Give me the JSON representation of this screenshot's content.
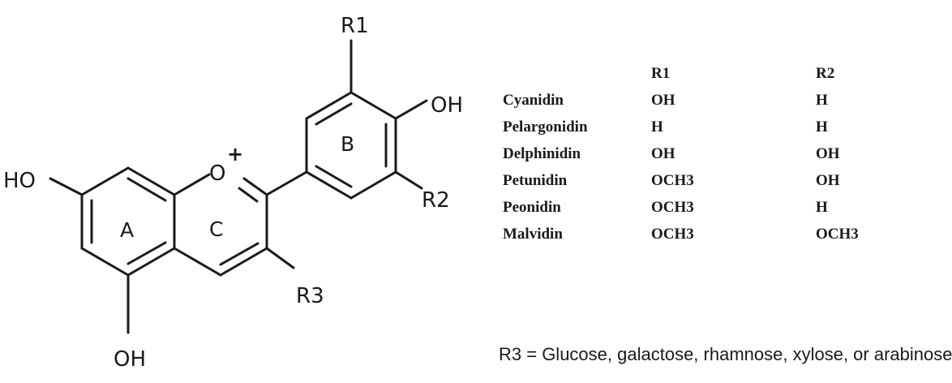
{
  "structure": {
    "labels": {
      "r1": "R1",
      "r2": "R2",
      "r3": "R3",
      "oh_top": "OH",
      "oh_left": "HO",
      "oh_bottom": "OH",
      "oxonium": "O",
      "plus": "+",
      "ring_a": "A",
      "ring_b": "B",
      "ring_c": "C"
    }
  },
  "table": {
    "headers": [
      "",
      "R1",
      "R2"
    ],
    "rows": [
      {
        "name": "Cyanidin",
        "r1": "OH",
        "r2": "H"
      },
      {
        "name": "Pelargonidin",
        "r1": "H",
        "r2": "H"
      },
      {
        "name": "Delphinidin",
        "r1": "OH",
        "r2": "OH"
      },
      {
        "name": "Petunidin",
        "r1": "OCH3",
        "r2": "OH"
      },
      {
        "name": "Peonidin",
        "r1": "OCH3",
        "r2": "H"
      },
      {
        "name": "Malvidin",
        "r1": "OCH3",
        "r2": "OCH3"
      }
    ]
  },
  "footnote": "R3 = Glucose, galactose, rhamnose, xylose, or arabinose"
}
